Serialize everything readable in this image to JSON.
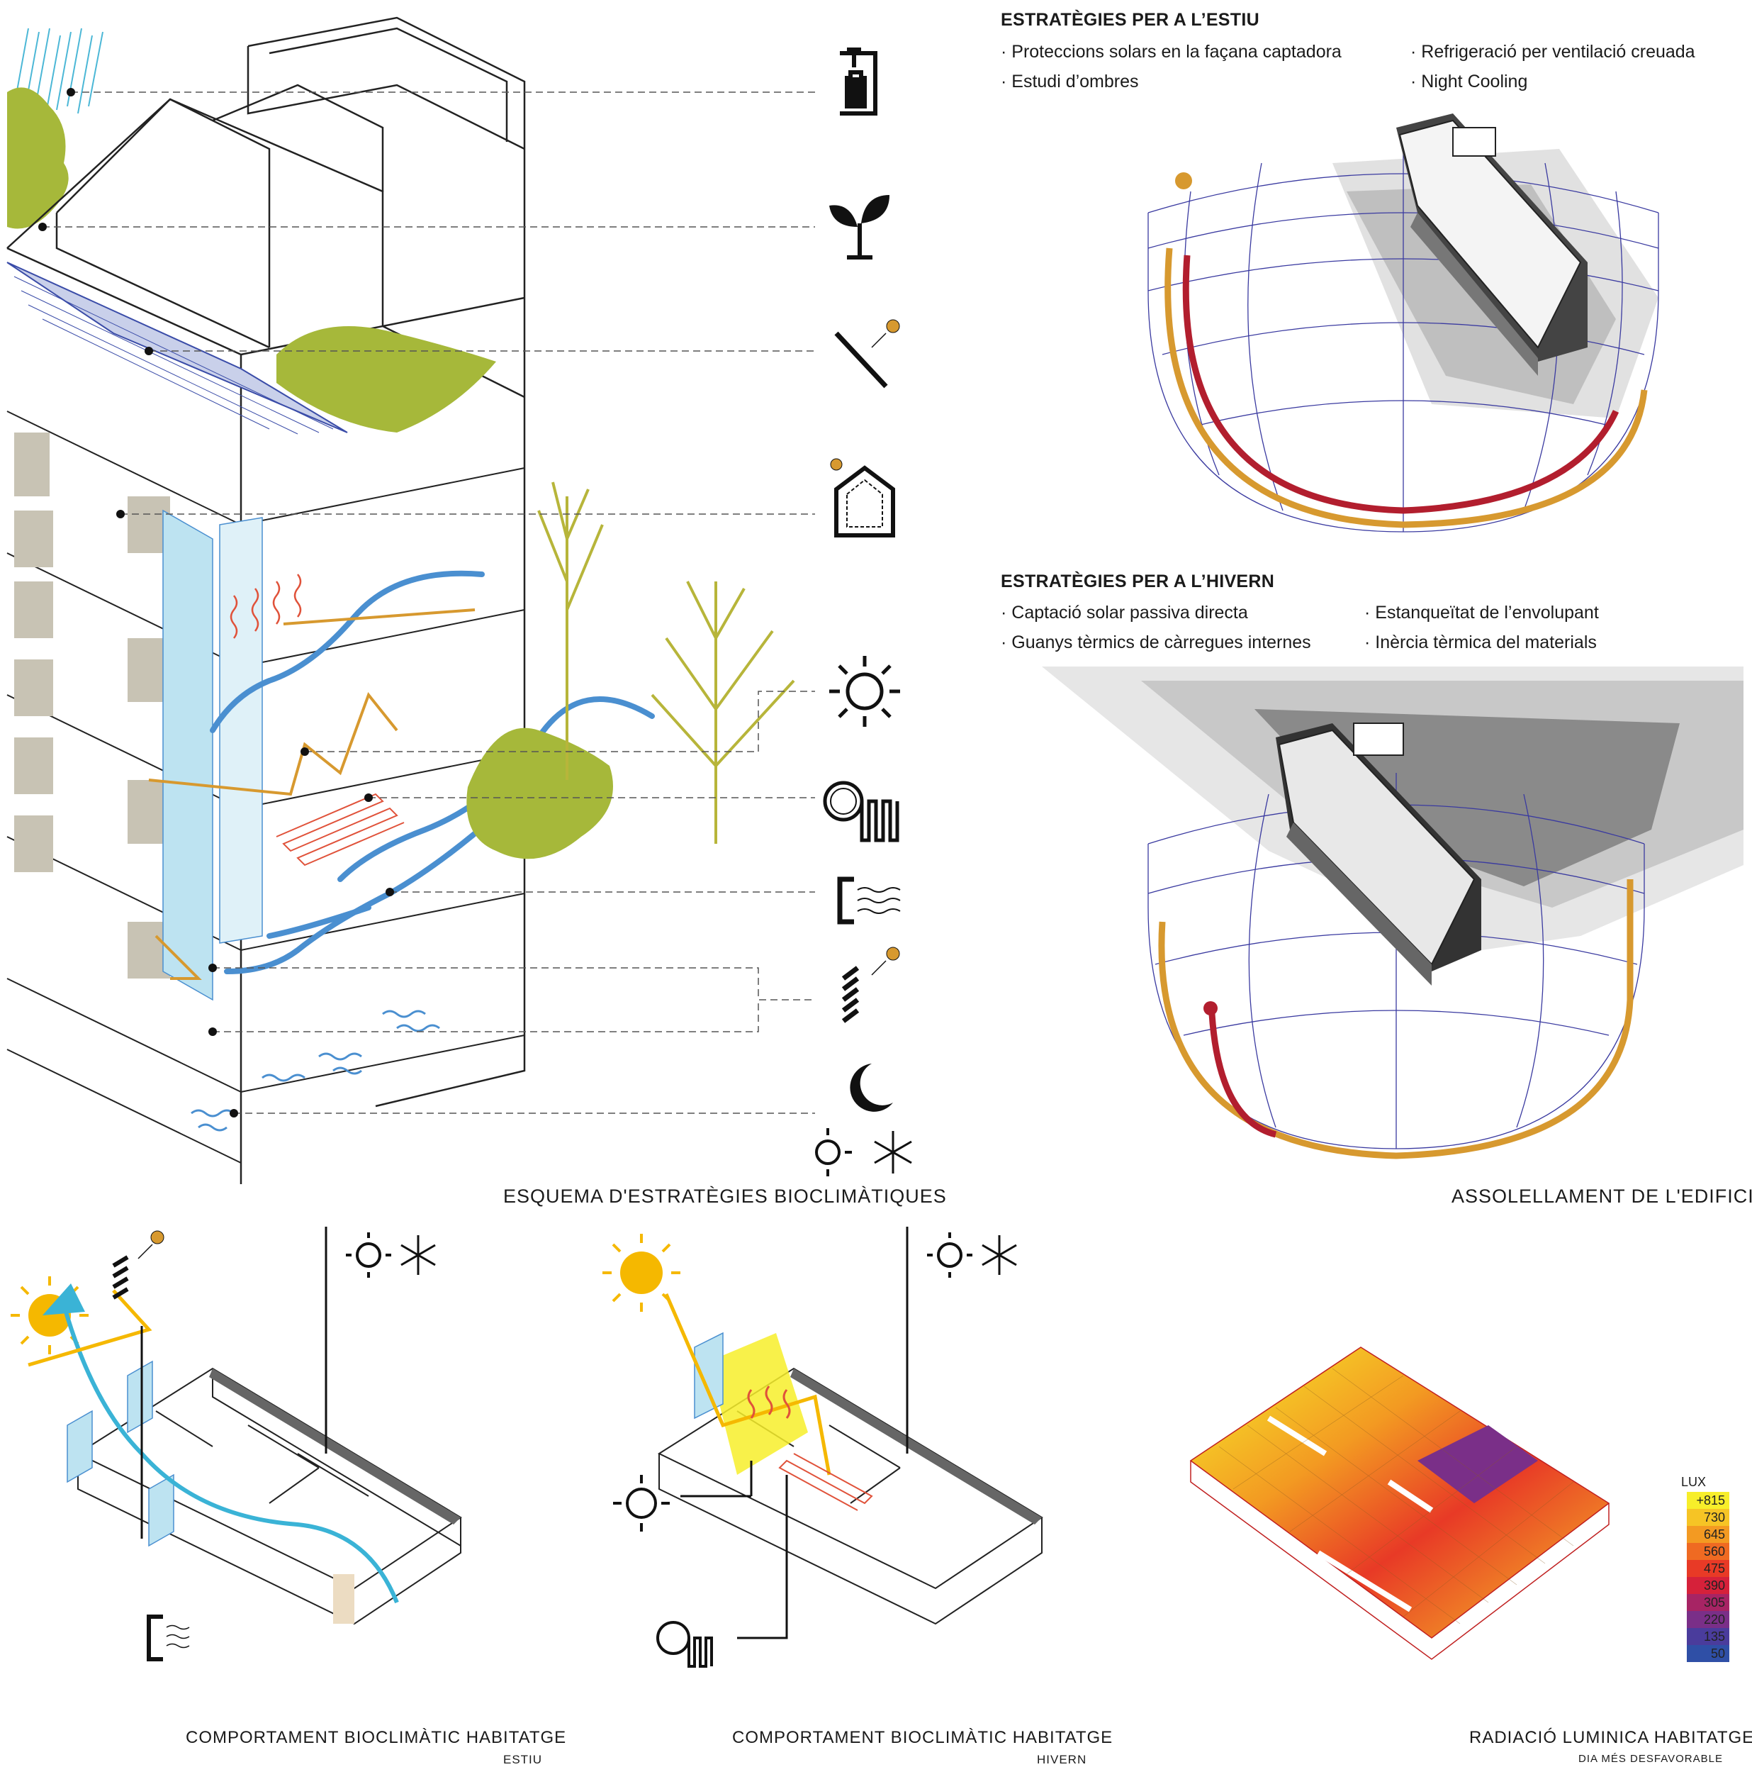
{
  "summer": {
    "title": "ESTRATÈGIES PER A L’ESTIU",
    "items": [
      "· Proteccions solars  en la façana captadora",
      "· Estudi d’ombres",
      "· Refrigeració per ventilació creuada",
      "· Night Cooling"
    ]
  },
  "winter": {
    "title": "ESTRATÈGIES PER A L’HIVERN",
    "items": [
      "· Captació solar passiva directa",
      "· Guanys tèrmics de càrregues internes",
      "· Estanqueïtat de l’envolupant",
      "· Inèrcia tèrmica del materials"
    ]
  },
  "captions": {
    "scheme": "ESQUEMA D'ESTRATÈGIES BIOCLIMÀTIQUES",
    "sunlight": "ASSOLELLAMENT DE L'EDIFICI",
    "behaviour_summer": "COMPORTAMENT BIOCLIMÀTIC HABITATGE",
    "behaviour_summer_sub": "ESTIU",
    "behaviour_winter": "COMPORTAMENT BIOCLIMÀTIC HABITATGE",
    "behaviour_winter_sub": "HIVERN",
    "radiation": "RADIACIÓ LUMINICA HABITATGE",
    "radiation_sub": "DIA MÉS DESFAVORABLE"
  },
  "strategy_icons": [
    "rainwater-tap-icon",
    "plant-icon",
    "sun-angle-icon",
    "thermal-envelope-icon",
    "sun-icon",
    "radiant-floor-icon",
    "thermal-mass-icon",
    "louver-shading-icon",
    "moon-icon",
    "sun-snowflake-icon"
  ],
  "lux_legend": {
    "unit": "LUX",
    "levels": [
      {
        "label": "+815",
        "color": "#f7ee2a"
      },
      {
        "label": "730",
        "color": "#f6c425"
      },
      {
        "label": "645",
        "color": "#f39a22"
      },
      {
        "label": "560",
        "color": "#ef6a22"
      },
      {
        "label": "475",
        "color": "#e83a26"
      },
      {
        "label": "390",
        "color": "#d6213a"
      },
      {
        "label": "305",
        "color": "#a72464"
      },
      {
        "label": "220",
        "color": "#7a2f88"
      },
      {
        "label": "135",
        "color": "#4a3c9c"
      },
      {
        "label": "50",
        "color": "#2f4fa6"
      }
    ]
  },
  "colors": {
    "air_flow": "#4a8fd0",
    "sun_ray": "#d7992f",
    "sun": "#f5b800",
    "vegetation": "#a6b83a",
    "heat": "#e0523a",
    "glazing": "#bde3f1"
  }
}
